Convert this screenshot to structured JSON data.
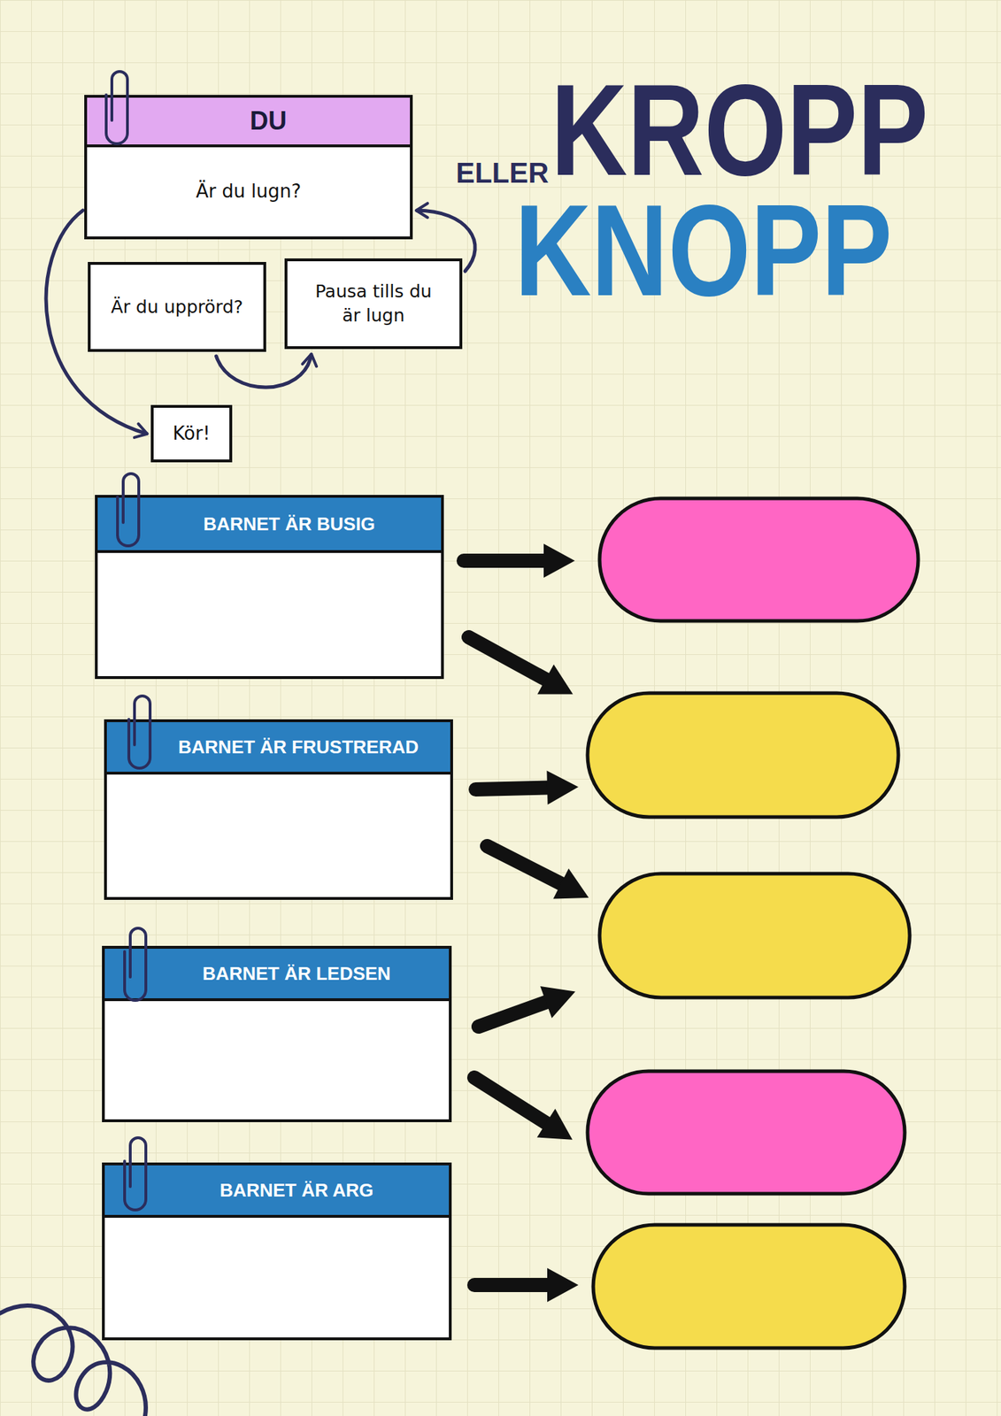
{
  "diagram": {
    "title": "KROPP",
    "nodes": [
      {
        "text": [
          "DU",
          "Är du lugn?"
        ]
      },
      {
        "text": [
          "Är du upprörd?"
        ]
      },
      {
        "text": [
          "Pausa tills du är lugn"
        ]
      },
      {
        "text": [
          "Kör!"
        ]
      },
      {
        "text": [
          "BARNET ÄR BUSIG"
        ]
      },
      {
        "text": [
          "BARNET ÄR FRUSTRERAD"
        ]
      },
      {
        "text": [
          "BARNET ÄR LEDSEN"
        ]
      },
      {
        "text": [
          "BARNET ÄR ARG"
        ]
      }
    ],
    "edges": [
      {
        "from": 0,
        "to": 3,
        "arrow": "to"
      },
      {
        "from": 1,
        "to": 2,
        "arrow": "to"
      },
      {
        "from": 2,
        "to": 0,
        "arrow": "to"
      }
    ],
    "labels": [
      "ELLER",
      "KNOPP"
    ]
  }
}
